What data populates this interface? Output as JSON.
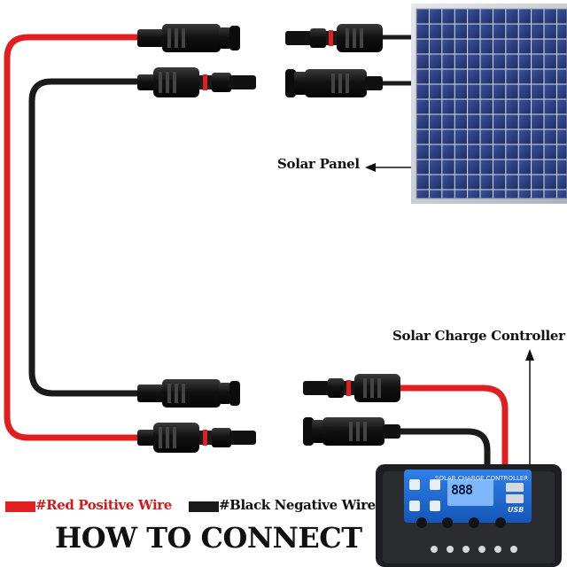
{
  "labels": {
    "solar_panel": "Solar Panel",
    "charge_controller": "Solar Charge Controller"
  },
  "legend": {
    "red": "#Red Positive Wire",
    "black": "#Black Negative Wire"
  },
  "title": "HOW TO CONNECT",
  "controller": {
    "title": "SOLAR CHARGE CONTROLLER",
    "lcd": "888",
    "usb": "USB"
  },
  "colors": {
    "red_wire": "#e02020",
    "black_wire": "#1a1a1a",
    "legend_red_text": "#d81818",
    "panel_cell": "#2b3e7a",
    "panel_frame": "#c8ccd2",
    "controller_face": "#1f6fd6"
  },
  "icons": [
    "mc4-connector-icon",
    "solar-panel-icon",
    "charge-controller-icon",
    "arrow-icon"
  ]
}
